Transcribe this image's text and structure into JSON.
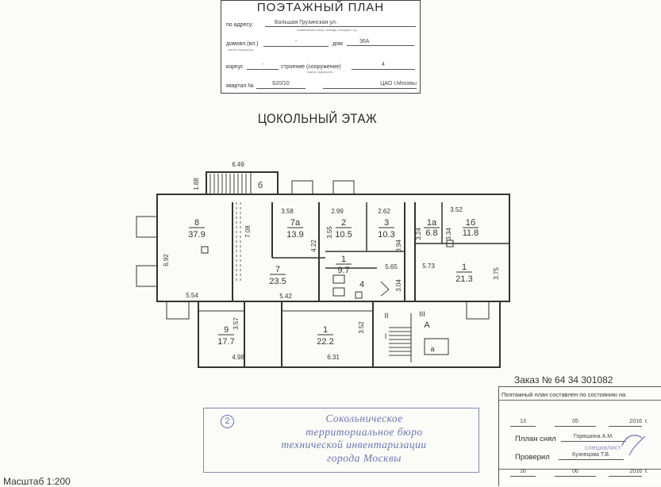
{
  "stamp": {
    "title": "ПОЭТАЖНЫЙ ПЛАН",
    "address_label": "по адресу:",
    "address_value": "Большая Грузинская ул.",
    "address_hint": "наименование улицы, проезда, площади и т.д.",
    "domovl_label": "домовл.(вл.)",
    "domovl_value": "-",
    "domovl_hint": "нужное подчеркнуть",
    "dom_label": "дом",
    "dom_value": "36А",
    "korpus_label": "корпус",
    "korpus_value": "-",
    "stroenie_label": "строение (сооружение)",
    "stroenie_value": "4",
    "stroenie_hint": "нужное подчеркнуть",
    "kvartal_label": "квартал №",
    "kvartal_value": "620/10",
    "district_value": "ЦАО г.Москвы"
  },
  "floor_title": "ЦОКОЛЬНЫЙ ЭТАЖ",
  "plan": {
    "rooms": [
      {
        "id": "8",
        "area": "37.9"
      },
      {
        "id": "7а",
        "area": "13.9"
      },
      {
        "id": "7",
        "area": "23.5"
      },
      {
        "id": "2",
        "area": "10.5"
      },
      {
        "id": "3",
        "area": "10.3"
      },
      {
        "id": "1",
        "area": "9.7"
      },
      {
        "id": "1а",
        "area": "6.8"
      },
      {
        "id": "1б",
        "area": "11.8"
      },
      {
        "id": "1",
        "area": "21.3"
      },
      {
        "id": "9",
        "area": "17.7"
      },
      {
        "id": "1",
        "area": "22.2"
      }
    ],
    "room_labels": {
      "b": "б",
      "four": "4",
      "A": "А",
      "a": "а",
      "I": "I",
      "II": "II",
      "III": "III"
    },
    "dims": [
      "6.49",
      "1.88",
      "3.58",
      "2.99",
      "2.62",
      "3.52",
      "7.08",
      "6.92",
      "3.55",
      "4.22",
      "3.94",
      "3.24",
      "3.34",
      "5.73",
      "3.75",
      "5.65",
      "3.04",
      "5.54",
      "5.42",
      "3.57",
      "3.52",
      "4.98",
      "6.31"
    ]
  },
  "order": "Заказ № 64 34 301082",
  "status_box": {
    "header": "Поэтажный план составлен по состоянию на",
    "day1": "13",
    "month1": "05",
    "year1": "2016",
    "g1": "г.",
    "plan_by_label": "Пллан снял",
    "plan_by_name": "Горюшина А.М.",
    "checked_label": "Проверил",
    "checked_name": "Кузнецова Т.В.",
    "stamp_small": "специалист",
    "day2": "16",
    "month2": "06",
    "year2": "2016",
    "g2": "г."
  },
  "blue_stamp": {
    "number": "2",
    "line1": "Сокольническое",
    "line2": "территориальное бюро",
    "line3": "технической инвентаризации",
    "line4": "города Москвы"
  },
  "scale": "Масштаб 1:200"
}
